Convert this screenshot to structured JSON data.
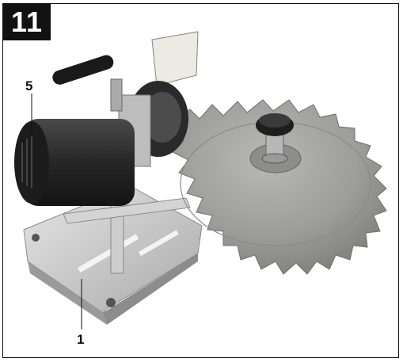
{
  "figure": {
    "number": "11",
    "callouts": [
      {
        "label": "5"
      },
      {
        "label": "1"
      }
    ]
  },
  "colors": {
    "badge_bg": "#111111",
    "blade": "#9a9a98",
    "motor": "#2b2b2b",
    "base": "#cfcfcf"
  }
}
